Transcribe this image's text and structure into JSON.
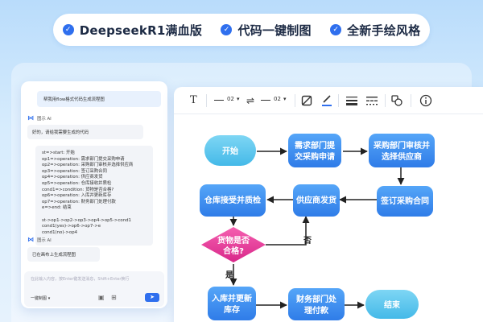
{
  "features": [
    {
      "label": "DeepseekR1满血版",
      "icon": "check-circle-icon"
    },
    {
      "label": "代码一键制图",
      "icon": "check-circle-icon"
    },
    {
      "label": "全新手绘风格",
      "icon": "check-circle-icon"
    }
  ],
  "chat": {
    "user_prompt": "帮我用flow格式代码生成流程图",
    "ai_name": "图示 AI",
    "ai_reply": "好的，请给我需要生成的代码",
    "code_lines": [
      "st=>start: 开始",
      "op1=>operation: 需求部门提交采购申请",
      "op2=>operation: 采购部门审核并选择供应商",
      "op3=>operation: 签订采购合同",
      "op4=>operation: 供应商发货",
      "op5=>operation: 仓库接收并质检",
      "cond1=>condition: 货物是否合格?",
      "op6=>operation: 入库并更新库存",
      "op7=>operation: 财务部门处理付款",
      "e=>end: 结束",
      "",
      "st->op1->op2->op3->op4->op5->cond1",
      "cond1(yes)->op6->op7->e",
      "cond1(no)->op4"
    ],
    "ai_name_2": "图示 AI",
    "ai_done": "已在画布上生成流程图",
    "input_placeholder": "在此输入内容，按Enter键发送消息，Shift+Enter换行",
    "model_label": "一键制图"
  },
  "toolbar": {
    "text_icon": "T",
    "line_width_1": "02",
    "swap_icon": "⇌",
    "line_width_2": "02"
  },
  "flow": {
    "nodes": {
      "start": "开始",
      "op1_line1": "需求部门提",
      "op1_line2": "交采购申请",
      "op2_line1": "采购部门审核并",
      "op2_line2": "选择供应商",
      "op3": "签订采购合同",
      "op4": "供应商发货",
      "op5": "仓库接受并质检",
      "cond_line1": "货物是否",
      "cond_line2": "合格?",
      "op6_line1": "入库并更新",
      "op6_line2": "库存",
      "op7_line1": "财务部门处",
      "op7_line2": "理付款",
      "end": "结束"
    },
    "edges": {
      "no": "否",
      "yes": "是"
    },
    "colors": {
      "terminal": "#53c3ec",
      "process": "#3a8cf2",
      "decision": "#e5389a"
    }
  }
}
